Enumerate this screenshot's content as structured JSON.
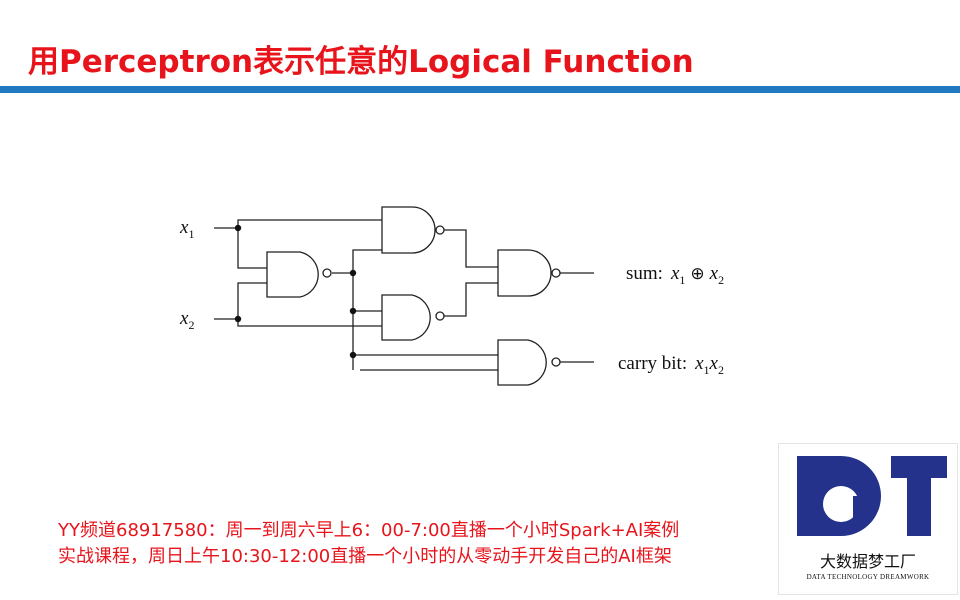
{
  "slide": {
    "title": "用Perceptron表示任意的Logical Function",
    "accent_color": "#e8141c",
    "rule_color": "#2177c0"
  },
  "circuit": {
    "input_1": "x",
    "input_1_sub": "1",
    "input_2": "x",
    "input_2_sub": "2",
    "sum_label": "sum:",
    "sum_var_1": "x",
    "sum_var_1_sub": "1",
    "sum_operator": "⊕",
    "sum_var_2": "x",
    "sum_var_2_sub": "2",
    "carry_label": "carry bit:",
    "carry_var_1": "x",
    "carry_var_1_sub": "1",
    "carry_var_2": "x",
    "carry_var_2_sub": "2",
    "gate_type": "NAND"
  },
  "footer": {
    "line_1": "YY频道68917580：周一到周六早上6：00-7:00直播一个小时Spark+AI案例",
    "line_2": "实战课程，周日上午10:30-12:00直播一个小时的从零动手开发自己的AI框架"
  },
  "logo": {
    "letter_1": "D",
    "letter_2": "T",
    "name_cn": "大数据梦工厂",
    "name_en": "DATA TECHNOLOGY DREAMWORK",
    "brand_color": "#24328c"
  }
}
